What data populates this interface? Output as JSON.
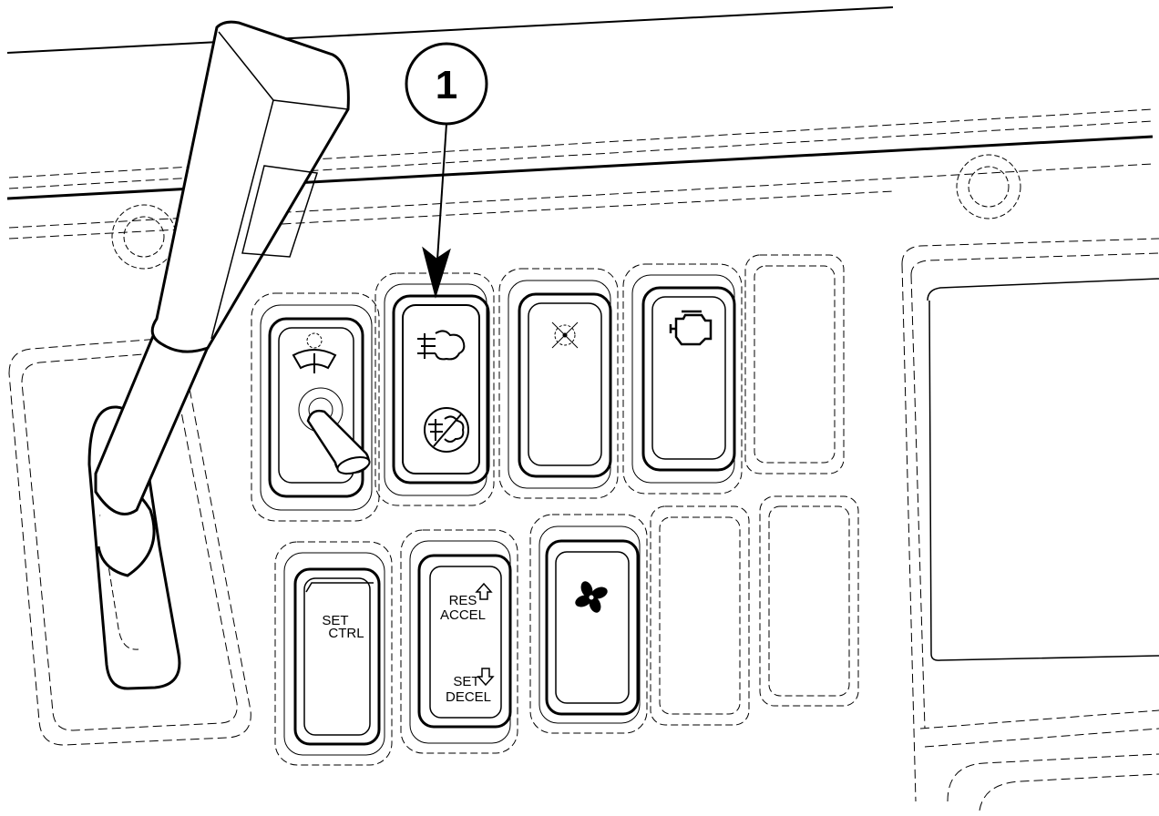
{
  "callout": {
    "number": "1"
  },
  "switches": {
    "set_ctrl": {
      "line1": "SET",
      "line2": "CTRL"
    },
    "res_accel": {
      "line1": "RES",
      "line2": "ACCEL"
    },
    "set_decel": {
      "line1": "SET",
      "line2": "DECEL"
    }
  },
  "icons": {
    "wiper": "windshield-wiper-icon",
    "exhaust_regen": "exhaust-regeneration-icon",
    "regen_inhibit": "regeneration-inhibit-icon",
    "work_light": "work-light-icon",
    "engine": "engine-icon",
    "fan": "fan-icon"
  },
  "colors": {
    "line": "#000000",
    "background": "#ffffff"
  }
}
